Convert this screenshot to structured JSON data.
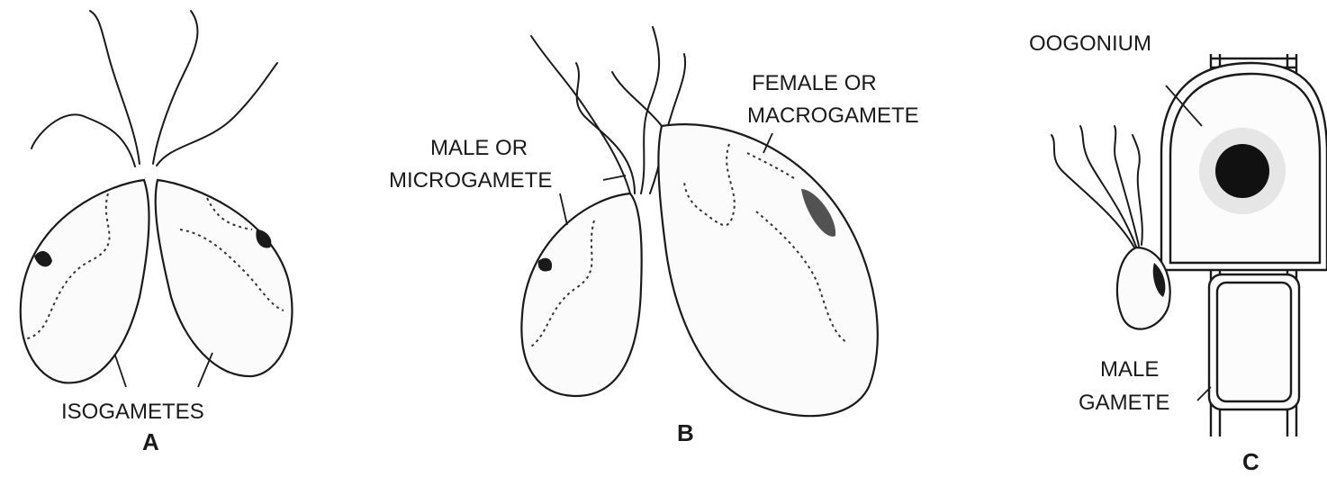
{
  "panels": {
    "a": {
      "letter": "A",
      "label": "ISOGAMETES"
    },
    "b": {
      "letter": "B",
      "male_label_1": "MALE OR",
      "male_label_2": "MICROGAMETE",
      "female_label_1": "FEMALE OR",
      "female_label_2": "MACROGAMETE"
    },
    "c": {
      "letter": "C",
      "oogonium_label": "OOGONIUM",
      "male_label_1": "MALE",
      "male_label_2": "GAMETE"
    }
  },
  "colors": {
    "ink": "#1a1a1a",
    "background": "#ffffff"
  }
}
